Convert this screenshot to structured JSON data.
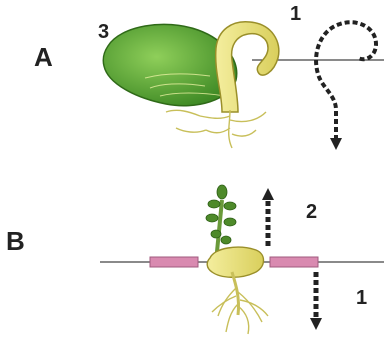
{
  "labels": {
    "panel_a": "A",
    "panel_b": "B",
    "num_3": "3",
    "num_1_top": "1",
    "num_2": "2",
    "num_1_bottom": "1"
  },
  "colors": {
    "leaf": "#5fa836",
    "leaf_dark": "#3f7d22",
    "stem": "#e8e17a",
    "stem_edge": "#b8ad3a",
    "shoot": "#6a9a3a",
    "soil_block": "#d98ab0",
    "line": "#333333",
    "arrow": "#222222"
  }
}
